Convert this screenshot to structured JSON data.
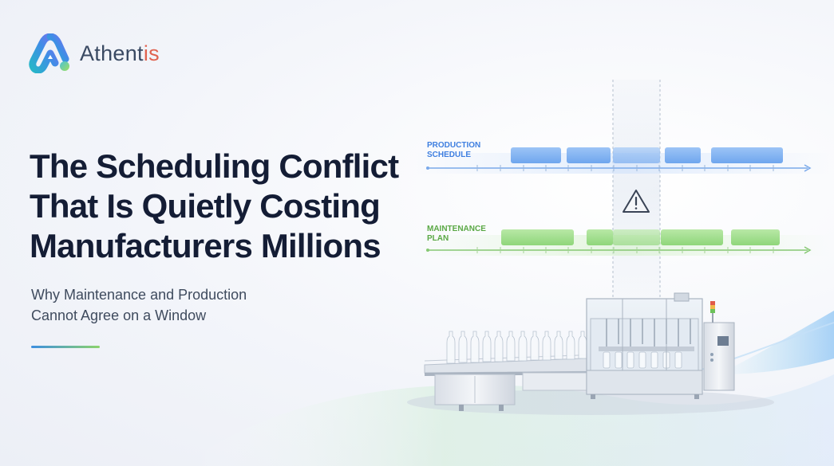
{
  "brand": {
    "name_main": "Athent",
    "name_accent": "is",
    "accent_color": "#e0624f",
    "logo_icon": "athentis-logo-icon"
  },
  "headline": {
    "line1": "The Scheduling Conflict",
    "line2": "That Is Quietly Costing",
    "line3": "Manufacturers Millions"
  },
  "subheadline": {
    "line1": "Why Maintenance and Production",
    "line2": "Cannot Agree on a Window"
  },
  "timeline": {
    "production_label_line1": "PRODUCTION",
    "production_label_line2": "SCHEDULE",
    "maintenance_label_line1": "MAINTENANCE",
    "maintenance_label_line2": "PLAN",
    "production_color": "#4a90e2",
    "maintenance_color": "#6cc25a",
    "conflict_icon": "warning-triangle-icon"
  },
  "illustration": "bottling-machine-illustration"
}
